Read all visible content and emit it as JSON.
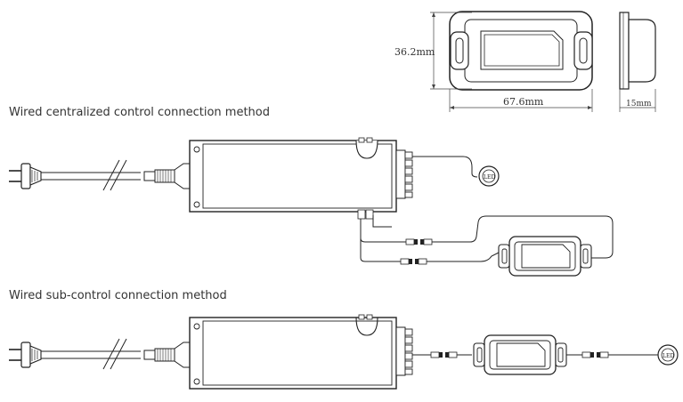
{
  "captions": {
    "centralized": "Wired centralized control connection method",
    "sub_control": "Wired sub-control connection method"
  },
  "dimensions": {
    "height": "36.2mm",
    "width": "67.6mm",
    "depth": "15mm"
  },
  "labels": {
    "led": "LED"
  },
  "colors": {
    "line": "#222222",
    "text": "#333333"
  }
}
